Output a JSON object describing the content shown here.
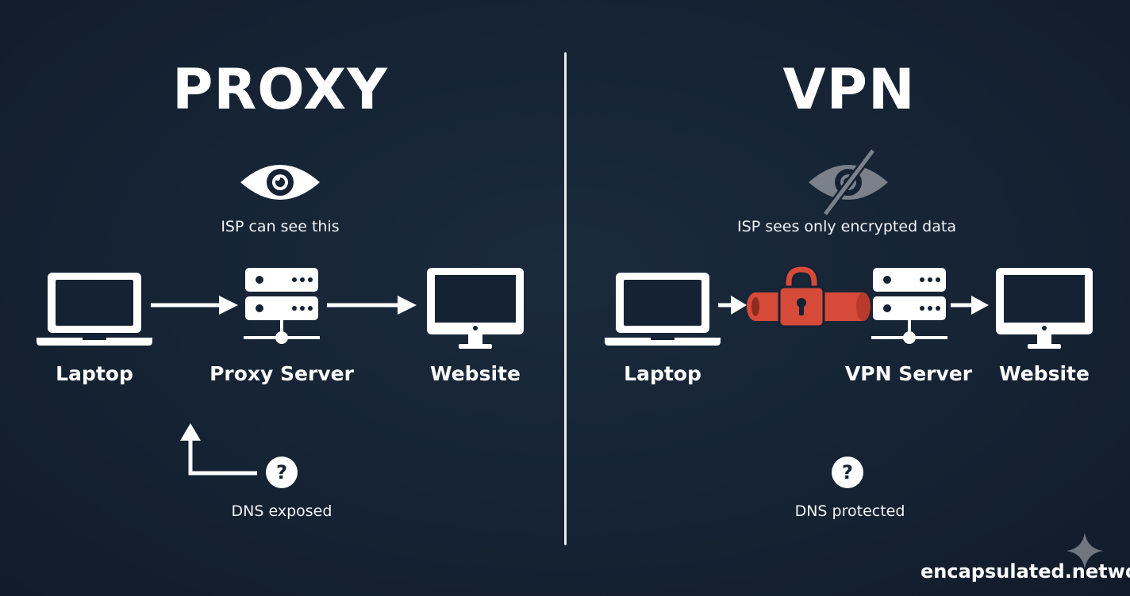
{
  "proxy": {
    "title": "PROXY",
    "isp_caption": "ISP can see this",
    "nodes": {
      "laptop": "Laptop",
      "server": "Proxy Server",
      "website": "Website"
    },
    "dns_caption": "DNS exposed"
  },
  "vpn": {
    "title": "VPN",
    "isp_caption": "ISP sees only encrypted data",
    "nodes": {
      "laptop": "Laptop",
      "server": "VPN Server",
      "website": "Website"
    },
    "dns_caption": "DNS protected"
  },
  "brand": {
    "name": "encapsulated.network"
  },
  "icons": {
    "eye": "eye-icon",
    "eye_slash": "eye-slash-icon",
    "laptop": "laptop-icon",
    "server": "server-icon",
    "monitor": "monitor-icon",
    "lock_tunnel": "lock-tunnel-icon",
    "question": "question-circle-icon",
    "sparkle": "sparkle-icon"
  },
  "colors": {
    "background": "#152233",
    "foreground": "#ffffff",
    "tunnel": "#d64a3a",
    "muted_icon": "#7a818a"
  }
}
